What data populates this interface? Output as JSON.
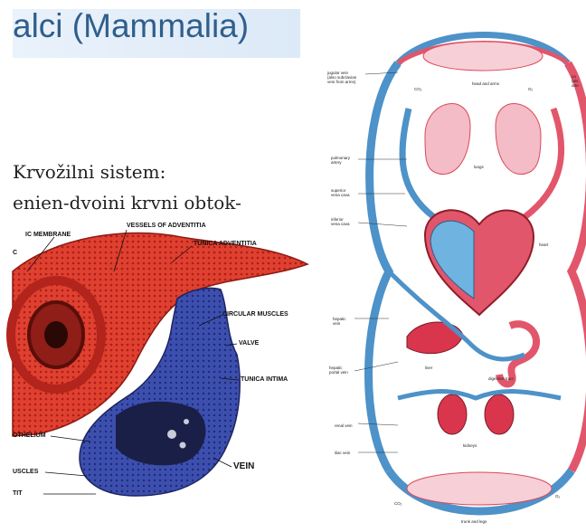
{
  "slide": {
    "title": "alci (Mammalia)",
    "subtitle_line1": "Krvožilni sistem:",
    "subtitle_line2": "enien-dvoini krvni obtok-"
  },
  "vessel_diagram": {
    "labels": {
      "membrane": "IC MEMBRANE",
      "c": "C",
      "vessels_of_adventitia": "VESSELS OF ADVENTITIA",
      "tunica_adventitia": "TUNICA ADVENTITIA",
      "circular_muscles": "CIRCULAR MUSCLES",
      "valve": "VALVE",
      "tunica_intima": "TUNICA INTIMA",
      "endothelium": "OTHELIUM",
      "muscles": "USCLES",
      "bottom_partial": "TIT",
      "vein": "VEIN"
    }
  },
  "circulation_diagram": {
    "labels": {
      "jugular": "jugular vein\n(also subclavian\nvein from arms)",
      "head_arms": "head and arms",
      "co2_top": "CO₂",
      "o2_top": "O₂",
      "lungs": "lungs",
      "pulmonary_artery": "pulmonary\nartery",
      "superior_vena_cava": "superior\nvena cava",
      "inferior_vena_cava": "inferior\nvena cava",
      "heart": "heart",
      "hepatic_vein": "hepatic\nvein",
      "liver": "liver",
      "hepatic_portal_vein": "hepatic\nportal vein",
      "digestive_tract": "digestive tract",
      "renal_vein": "renal vein",
      "kidneys": "kidneys",
      "iliac_vein": "iliac vein",
      "co2_bottom": "CO₂",
      "o2_bottom": "O₂",
      "trunk_legs": "trunk and legs",
      "right_top_partial": "ca\n(als\narte"
    }
  },
  "colors": {
    "artery_red": "#e8404a",
    "vein_blue": "#3b4fa8",
    "oxygenated": "#ef8a93",
    "deoxygenated": "#8ec6ea",
    "title_blue": "#2f5f8c"
  }
}
